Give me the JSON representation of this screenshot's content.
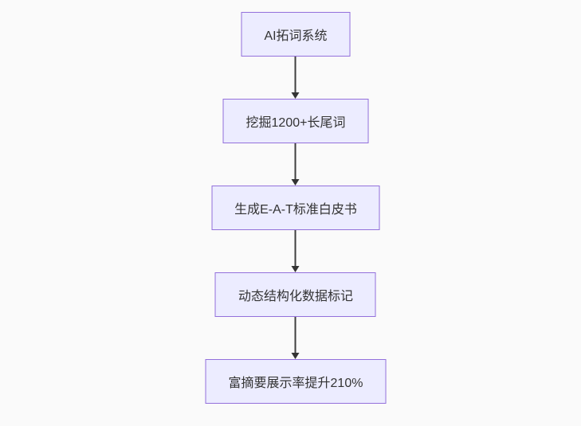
{
  "diagram": {
    "type": "flowchart",
    "direction": "top-down",
    "colors": {
      "background": "#fafafa",
      "node_fill": "#ECECFF",
      "node_border": "#9370DB",
      "edge": "#333333",
      "text": "#333333"
    },
    "nodes": [
      {
        "id": "step-1",
        "label": "AI拓词系统"
      },
      {
        "id": "step-2",
        "label": "挖掘1200+长尾词"
      },
      {
        "id": "step-3",
        "label": "生成E-A-T标准白皮书"
      },
      {
        "id": "step-4",
        "label": "动态结构化数据标记"
      },
      {
        "id": "step-5",
        "label": "富摘要展示率提升210%"
      }
    ],
    "edges": [
      {
        "from": "step-1",
        "to": "step-2"
      },
      {
        "from": "step-2",
        "to": "step-3"
      },
      {
        "from": "step-3",
        "to": "step-4"
      },
      {
        "from": "step-4",
        "to": "step-5"
      }
    ]
  }
}
